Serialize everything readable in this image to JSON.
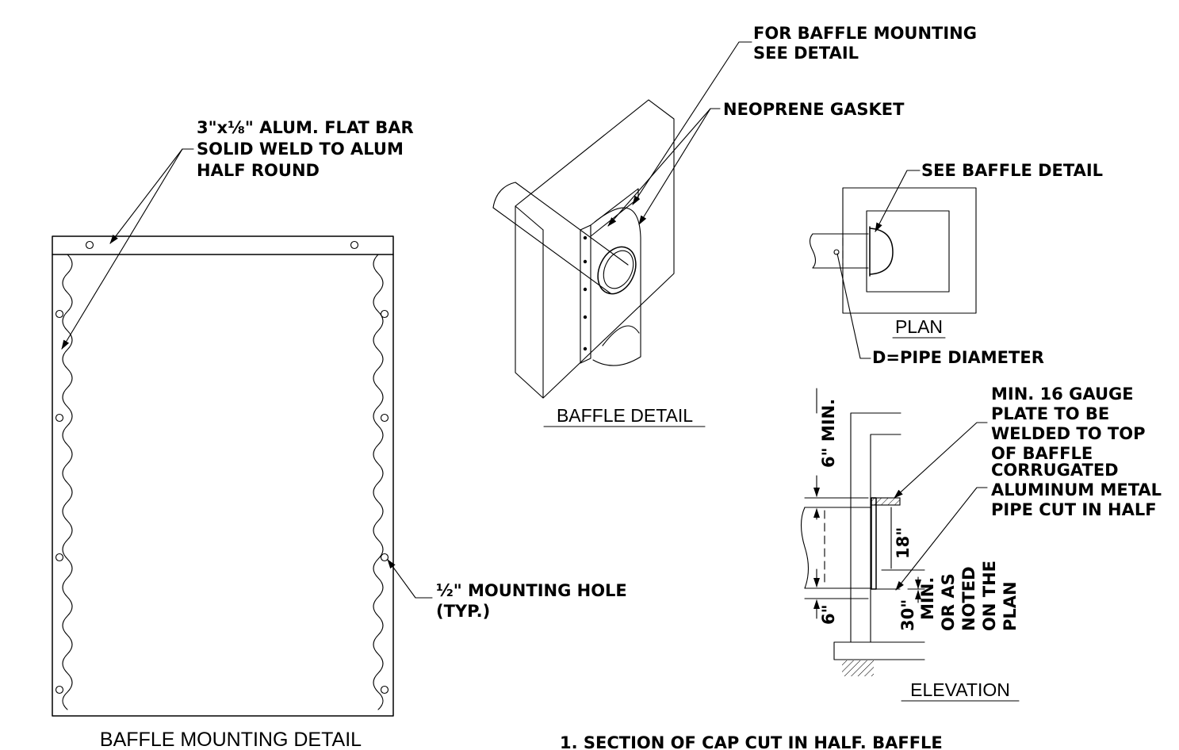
{
  "titles": {
    "baffle_mounting_detail": "BAFFLE MOUNTING DETAIL",
    "baffle_detail": "BAFFLE DETAIL",
    "plan": "PLAN",
    "elevation": "ELEVATION"
  },
  "labels": {
    "flat_bar_1": "3\"x⅛\" ALUM. FLAT BAR",
    "flat_bar_2": "SOLID WELD TO ALUM",
    "flat_bar_3": "HALF ROUND",
    "mounting_hole_1": "½\" MOUNTING HOLE",
    "mounting_hole_2": "(TYP.)",
    "for_baffle_1": "FOR BAFFLE MOUNTING",
    "for_baffle_2": "SEE DETAIL",
    "neoprene": "NEOPRENE GASKET",
    "see_baffle": "SEE BAFFLE DETAIL",
    "pipe_diameter": "D=PIPE DIAMETER",
    "gauge_1": "MIN. 16 GAUGE",
    "gauge_2": "PLATE TO BE",
    "gauge_3": "WELDED TO TOP",
    "gauge_4": "OF BAFFLE",
    "corr_1": "CORRUGATED",
    "corr_2": "ALUMINUM METAL",
    "corr_3": "PIPE CUT IN HALF",
    "dim_6_min": "6\" MIN.",
    "dim_18": "18\"",
    "dim_6": "6\"",
    "dim_30": "30\"",
    "dim_min": "MIN.",
    "dim_or_as": "OR AS",
    "dim_noted": "NOTED",
    "dim_on_the": "ON THE",
    "dim_plan": "PLAN"
  },
  "notes": {
    "note_1": "1. SECTION OF CAP CUT IN HALF. BAFFLE"
  }
}
